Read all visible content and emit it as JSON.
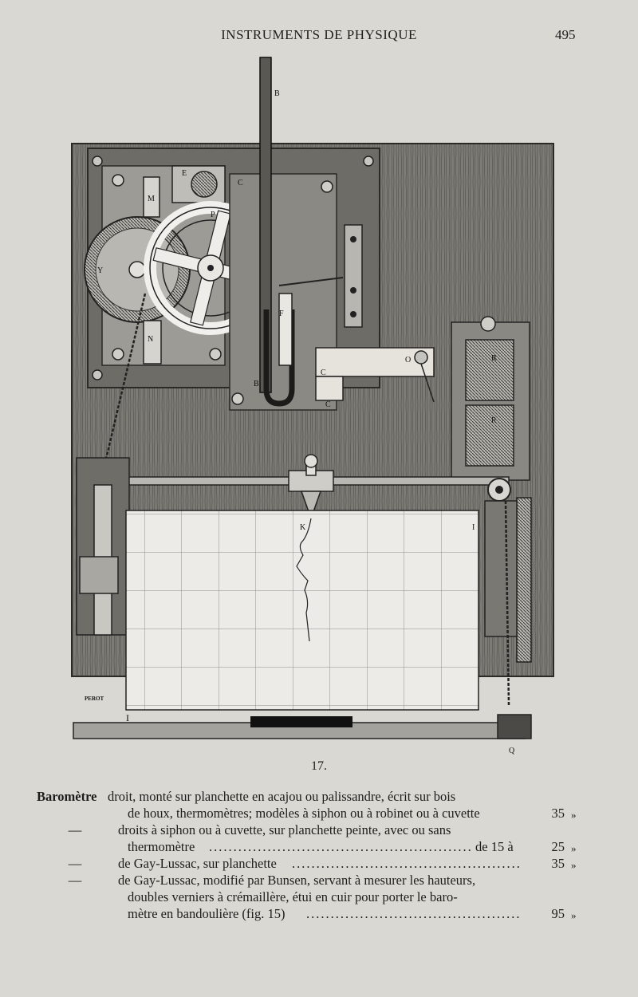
{
  "header": {
    "title": "INSTRUMENTS DE PHYSIQUE",
    "page_number": "495"
  },
  "figure": {
    "number": "17.",
    "labels": {
      "b_top": "B",
      "p": "P",
      "e": "E",
      "m": "M",
      "y": "Y",
      "n": "N",
      "c_top": "C",
      "f": "F",
      "b_bottom": "B",
      "c_mid": "C",
      "c_bottom": "C",
      "o": "O",
      "r_top": "R",
      "r_bottom": "R",
      "k": "K",
      "i_right": "I",
      "i_left": "I",
      "q": "Q",
      "signature": "PEROT"
    }
  },
  "catalog": {
    "entries": [
      {
        "lead": "Baromètre",
        "line1": "droit, monté sur planchette en acajou ou palissandre, écrit sur bois",
        "line2": "de houx, thermomètres; modèles à siphon ou à robinet ou à cuvette",
        "price": "35",
        "unit": "»"
      },
      {
        "dash": "—",
        "line1": "droits à siphon ou à cuvette, sur planchette peinte, avec ou sans",
        "line2": "thermomètre",
        "range": "de 15 à",
        "price": "25",
        "unit": "»"
      },
      {
        "dash": "—",
        "line1": "de Gay-Lussac, sur planchette",
        "price": "35",
        "unit": "»"
      },
      {
        "dash": "—",
        "line1": "de Gay-Lussac, modifié par Bunsen, servant à mesurer les hauteurs,",
        "line2": "doubles verniers à crémaillère, étui en cuir pour porter le baro-",
        "line3": "mètre en bandoulière (fig. 15)",
        "price": "95",
        "unit": "»"
      }
    ]
  }
}
